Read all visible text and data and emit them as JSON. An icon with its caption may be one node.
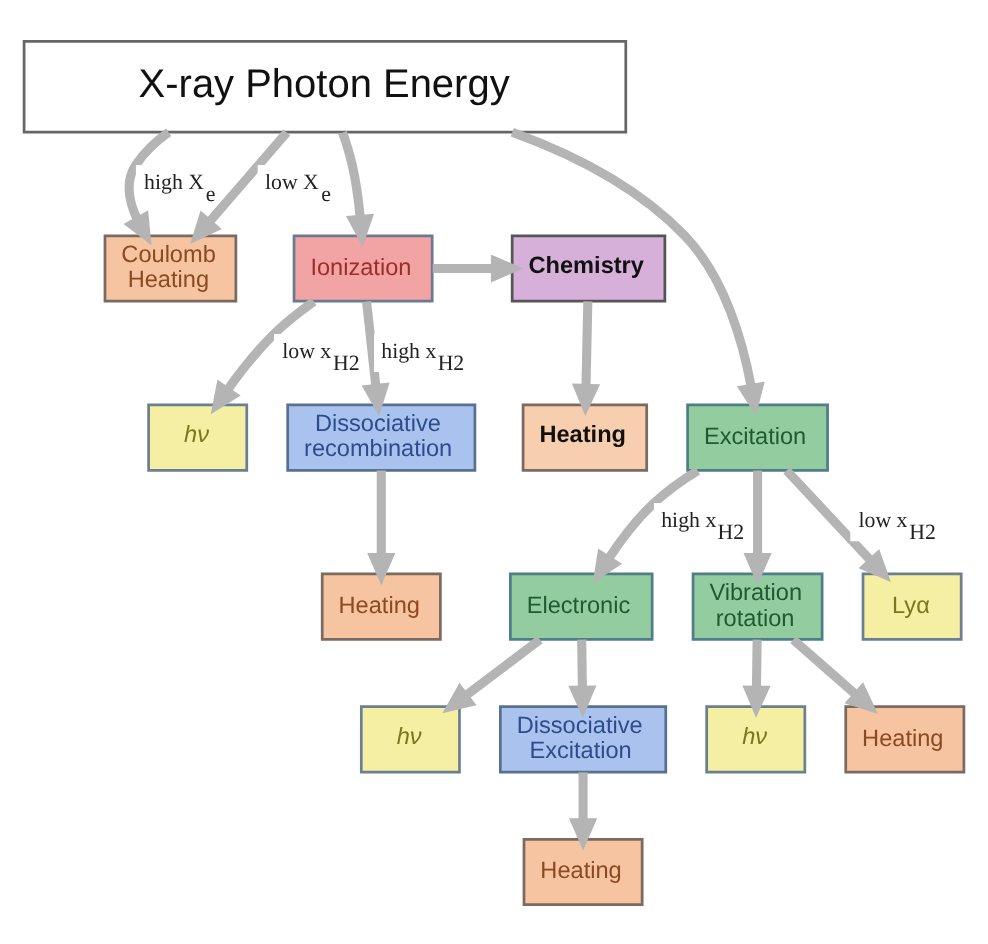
{
  "diagram": {
    "nodes": [
      {
        "text": [
          "X-ray Photon Energy"
        ]
      },
      {
        "text": [
          "Coulomb Heating"
        ]
      },
      {
        "text": [
          "Ionization"
        ]
      },
      {
        "text": [
          "Chemistry"
        ]
      },
      {
        "text": [
          "Heating"
        ]
      },
      {
        "text": [
          "hν"
        ]
      },
      {
        "text": [
          "Dissociative recombination"
        ]
      },
      {
        "text": [
          "Heating"
        ]
      },
      {
        "text": [
          "Excitation"
        ]
      },
      {
        "text": [
          "Lyα"
        ]
      },
      {
        "text": [
          "Electronic"
        ]
      },
      {
        "text": [
          "Vibration rotation"
        ]
      },
      {
        "text": [
          "hν"
        ]
      },
      {
        "text": [
          "Dissociative Excitation"
        ]
      },
      {
        "text": [
          "Heating"
        ]
      },
      {
        "text": [
          "hν"
        ]
      },
      {
        "text": [
          "Heating"
        ]
      }
    ],
    "edges": [
      {
        "from": 0,
        "to": 1,
        "label": "high X$_{e}$",
        "arrow": "to"
      },
      {
        "from": 0,
        "to": 1,
        "label": "low X$_{e}$",
        "arrow": "to"
      },
      {
        "from": 0,
        "to": 8,
        "arrow": "to"
      },
      {
        "from": 0,
        "to": 2,
        "arrow": "to"
      },
      {
        "from": 2,
        "to": 3,
        "arrow": "to"
      },
      {
        "from": 3,
        "to": 4,
        "arrow": "to"
      },
      {
        "from": 2,
        "to": 5,
        "label": "low x$_{H2}$",
        "arrow": "to"
      },
      {
        "from": 2,
        "to": 6,
        "label": "high x$_{H2}$",
        "arrow": "to"
      },
      {
        "from": 6,
        "to": 7,
        "arrow": "to"
      },
      {
        "from": 8,
        "to": 9,
        "label": "low x$_{H2}$",
        "arrow": "to"
      },
      {
        "from": 8,
        "to": 10,
        "label": "high x$_{H2}$",
        "arrow": "to"
      },
      {
        "from": 8,
        "to": 11,
        "arrow": "to"
      },
      {
        "from": 10,
        "to": 12,
        "arrow": "to"
      },
      {
        "from": 10,
        "to": 13,
        "arrow": "to"
      },
      {
        "from": 13,
        "to": 14,
        "arrow": "to"
      },
      {
        "from": 11,
        "to": 15,
        "arrow": "to"
      },
      {
        "from": 11,
        "to": 16,
        "arrow": "to"
      }
    ]
  }
}
